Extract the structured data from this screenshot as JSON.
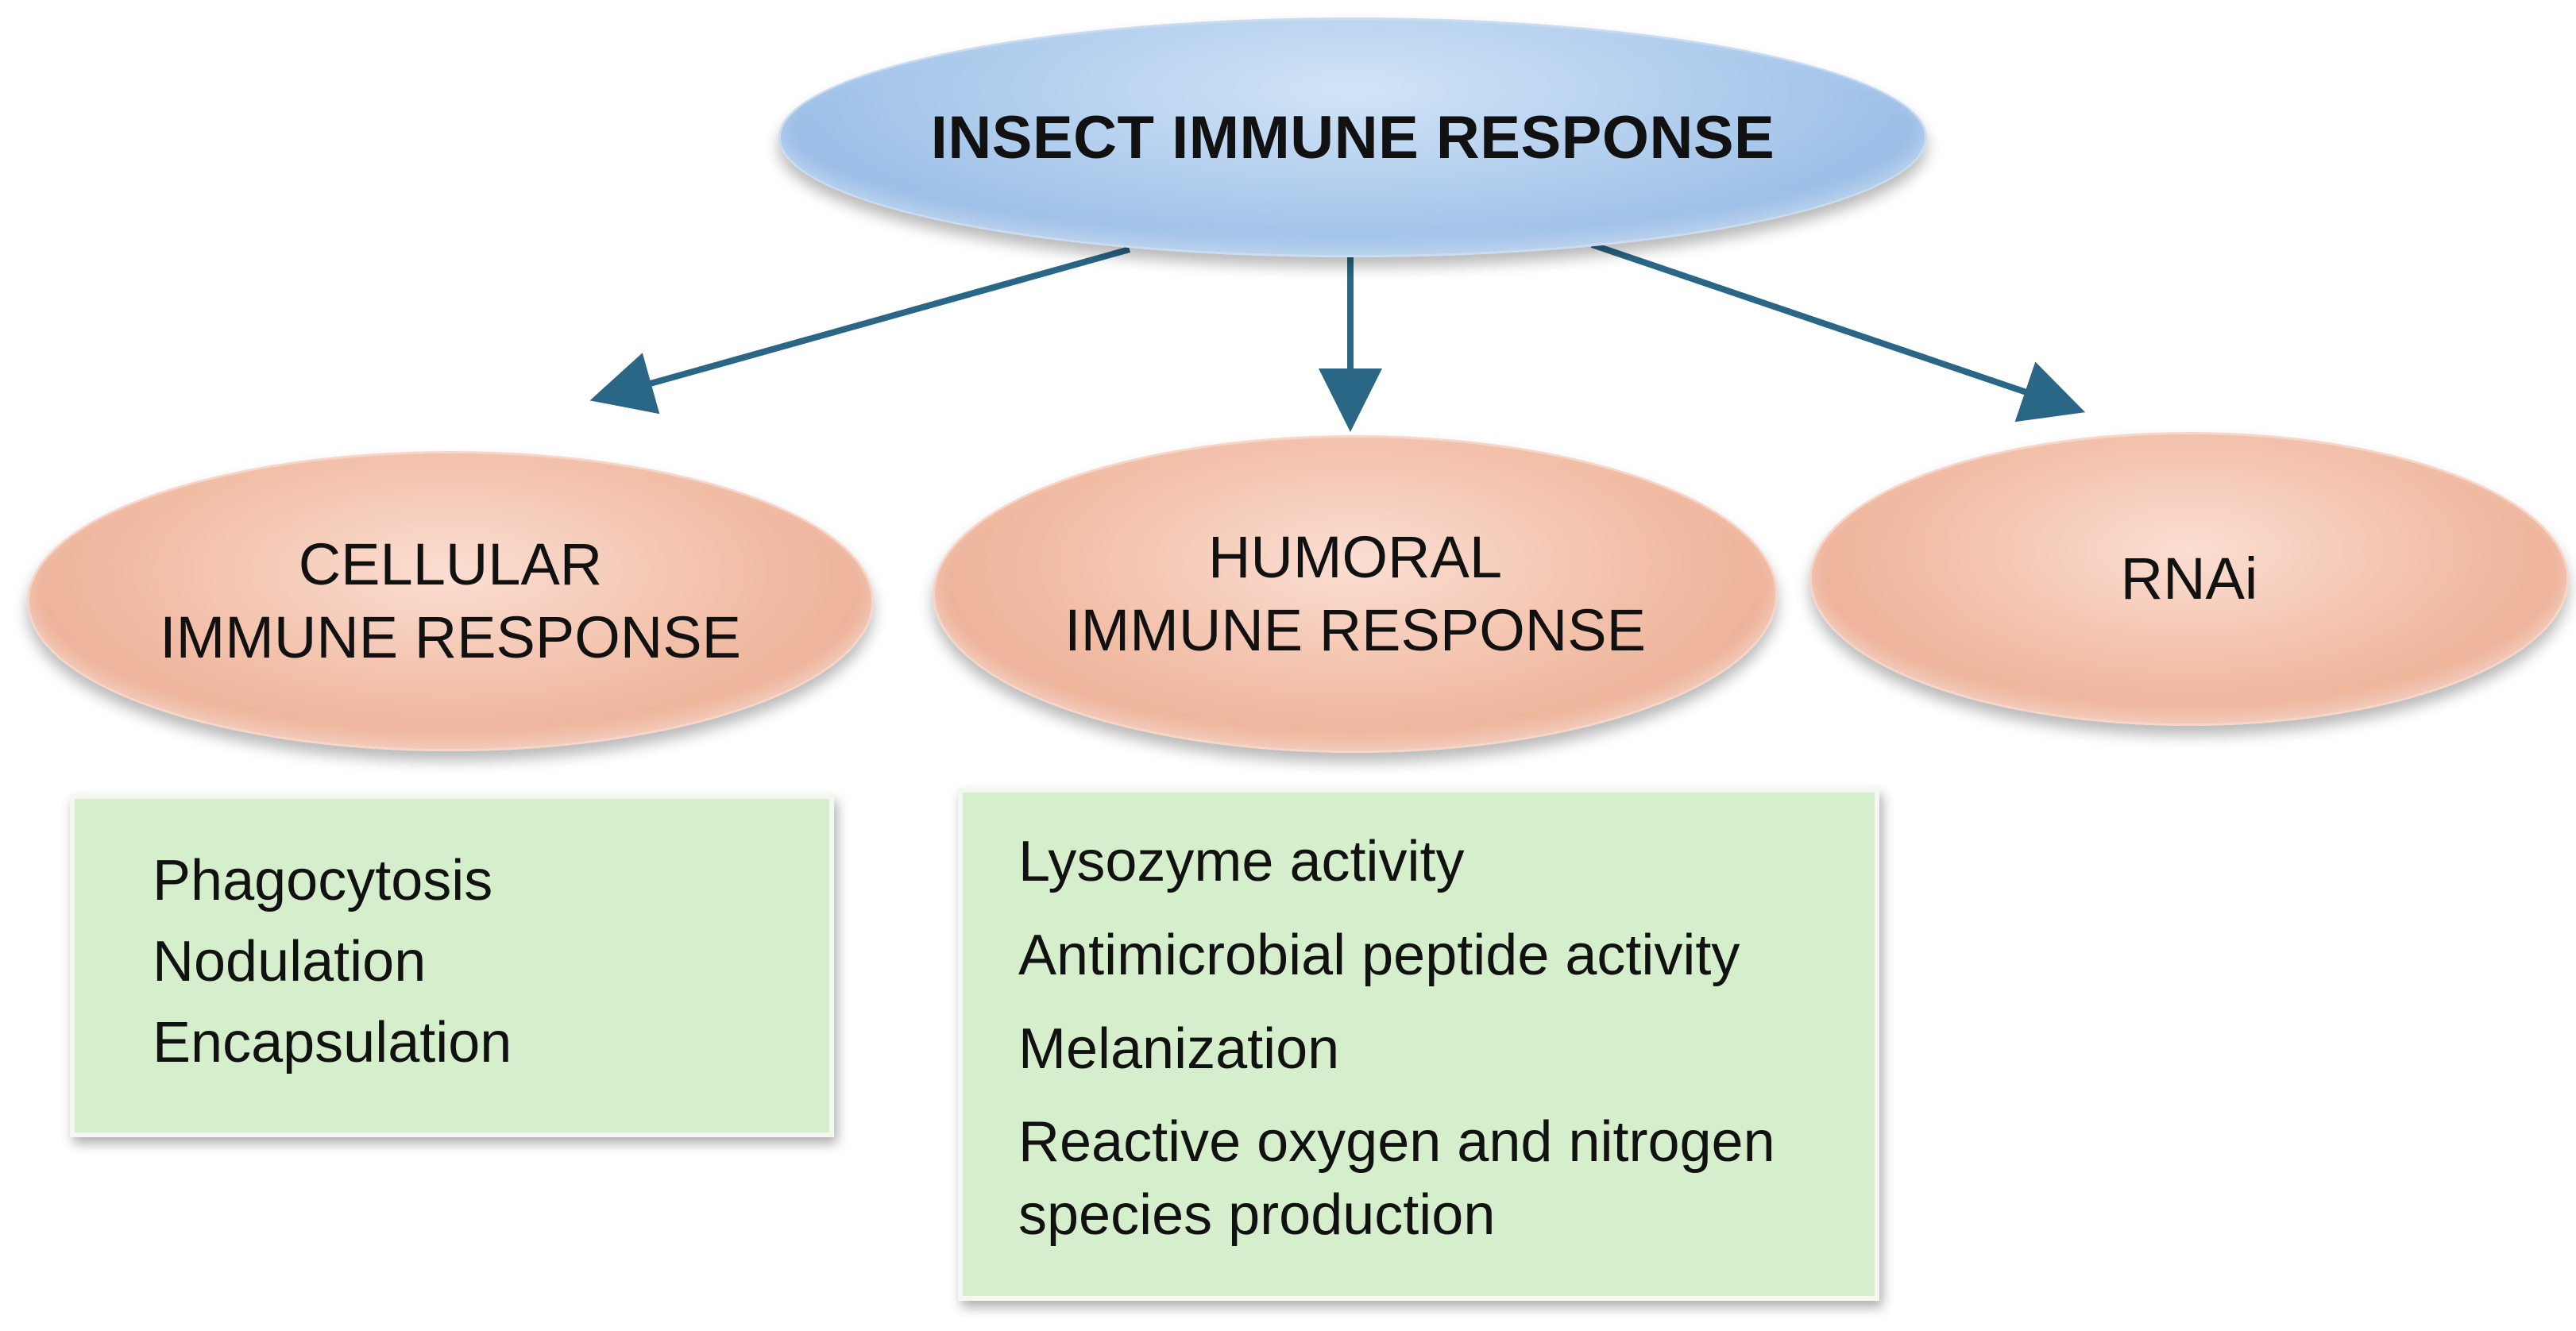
{
  "root": {
    "label": "INSECT IMMUNE RESPONSE"
  },
  "branches": {
    "cellular": {
      "line1": "CELLULAR",
      "line2": "IMMUNE RESPONSE"
    },
    "humoral": {
      "line1": "HUMORAL",
      "line2": "IMMUNE RESPONSE"
    },
    "rnai": {
      "label": "RNAi"
    }
  },
  "cellular_items": [
    "Phagocytosis",
    "Nodulation",
    "Encapsulation"
  ],
  "humoral_items": [
    "Lysozyme activity",
    "Antimicrobial peptide activity",
    "Melanization",
    "Reactive oxygen and nitrogen species production"
  ],
  "colors": {
    "root_fill": "#a8c8eb",
    "branch_fill": "#f1bba3",
    "box_fill": "#d5eecb",
    "arrow": "#2a6685"
  }
}
